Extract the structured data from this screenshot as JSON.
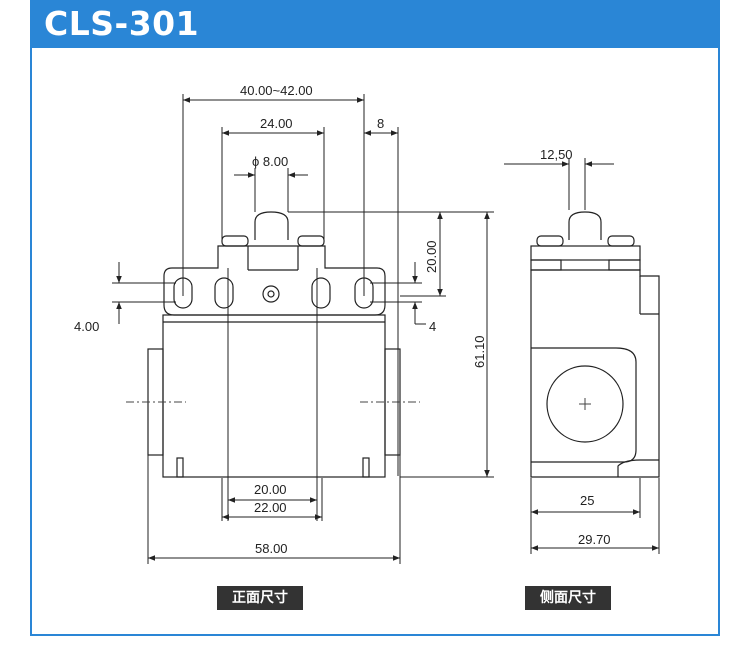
{
  "header": {
    "title": "CLS-301"
  },
  "front_view": {
    "caption": "正面尺寸",
    "dims": {
      "overall_width": "40.00~42.00",
      "inner_24": "24.00",
      "right_8": "8",
      "phi_label": "ϕ 8.00",
      "height_20": "20.00",
      "left_4": "4.00",
      "right_4": "4",
      "height_61": "61.10",
      "bottom_20": "20.00",
      "bottom_22": "22.00",
      "bottom_58": "58.00"
    }
  },
  "side_view": {
    "caption": "侧面尺寸",
    "dims": {
      "top_12": "12,50",
      "width_25": "25",
      "width_29": "29.70"
    }
  }
}
